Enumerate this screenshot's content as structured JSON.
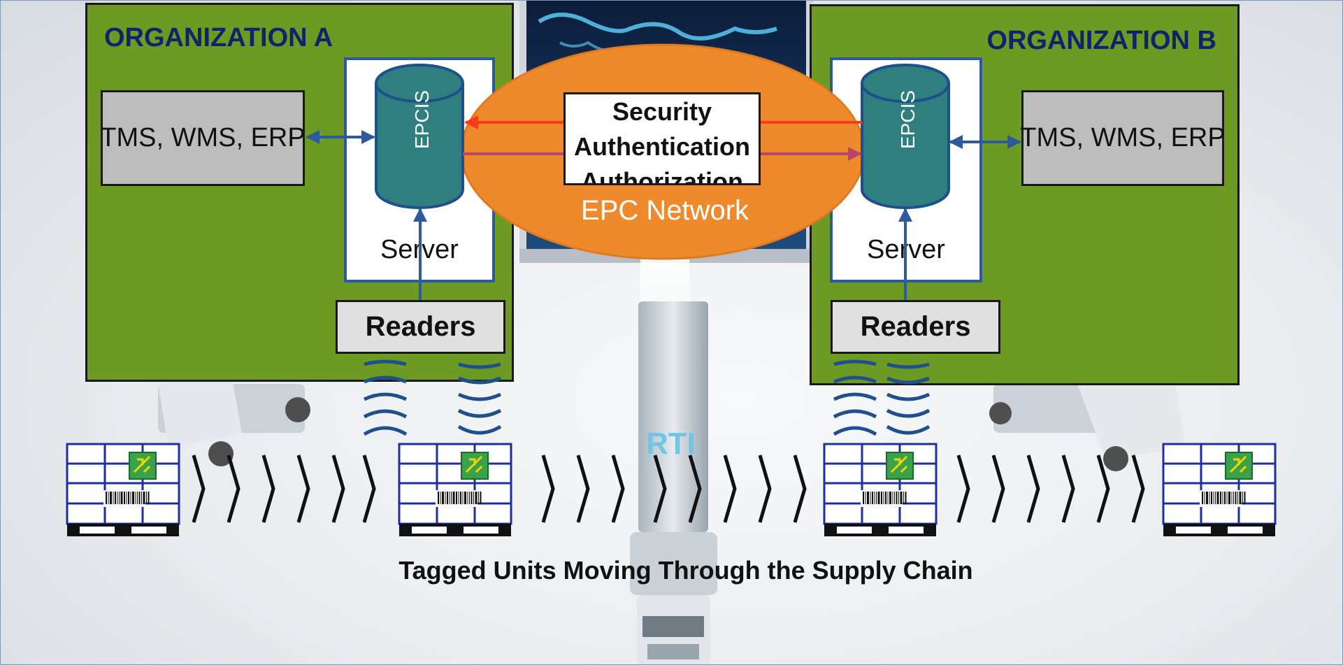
{
  "diagram": {
    "organization_a": {
      "title": "ORGANIZATION A",
      "system": "TMS, WMS, ERP",
      "database": "EPCIS",
      "server": "Server",
      "readers": "Readers"
    },
    "organization_b": {
      "title": "ORGANIZATION B",
      "system": "TMS, WMS, ERP",
      "database": "EPCIS",
      "server": "Server",
      "readers": "Readers"
    },
    "network": {
      "name": "EPC Network",
      "lines": [
        "Security",
        "Authentication",
        "Authorization"
      ]
    },
    "truck_text": "RTI",
    "caption": "Tagged Units Moving Through the Supply Chain",
    "pallet_count": 4,
    "colors": {
      "organization_fill": "#6c9a22",
      "organization_title": "#13236b",
      "network_fill": "#ee8a2c",
      "database_fill": "#2e7f7e",
      "arrow_blue": "#2d5a9c",
      "arrow_red": "#ff3b16"
    },
    "icons": [
      "rfid-chip-icon",
      "barcode-icon",
      "rfid-wave-icon",
      "chevron-right-icon"
    ]
  }
}
